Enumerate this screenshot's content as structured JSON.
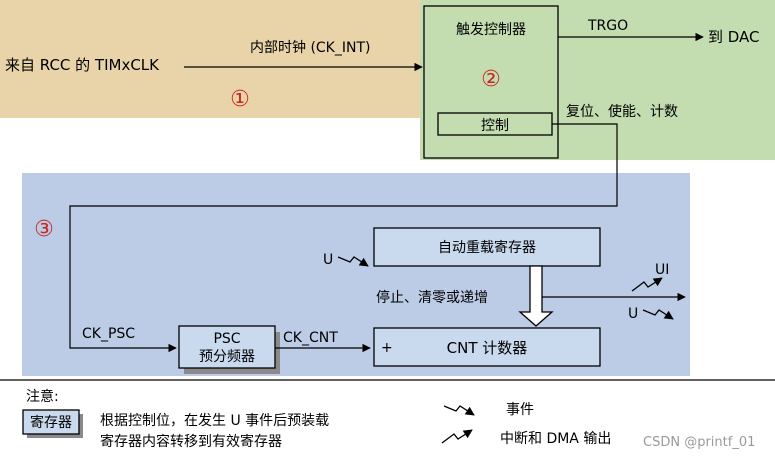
{
  "colors": {
    "rcc_region": "#e8d4a8",
    "trigger_region": "#c3dcb0",
    "counter_region": "#bccbe6",
    "box_fill": "#c9d9ee",
    "accent_red": "#c42a22",
    "line": "#000000",
    "watermark": "#9a9a9a"
  },
  "labels": {
    "rcc_input": "来自 RCC 的 TIMxCLK",
    "ck_int": "内部时钟 (CK_INT)",
    "trigger_controller": "触发控制器",
    "control": "控制",
    "trgo": "TRGO",
    "to_dac": "到 DAC",
    "reset_enable_count": "复位、使能、计数",
    "ck_psc": "CK_PSC",
    "psc": "PSC",
    "prescaler": "预分频器",
    "ck_cnt": "CK_CNT",
    "plus": "+",
    "cnt_counter": "CNT 计数器",
    "auto_reload": "自动重载寄存器",
    "stop_clear": "停止、清零或递增",
    "u_in": "U",
    "ui_out": "UI",
    "u_out": "U"
  },
  "badges": {
    "one": "①",
    "two": "②",
    "three": "③"
  },
  "legend": {
    "note_title": "注意:",
    "register_tag": "寄存器",
    "line1": "根据控制位，在发生 U 事件后预装载",
    "line2": "寄存器内容转移到有效寄存器",
    "event": "事件",
    "interrupt_dma": "中断和 DMA 输出"
  },
  "watermark": "CSDN @printf_01"
}
